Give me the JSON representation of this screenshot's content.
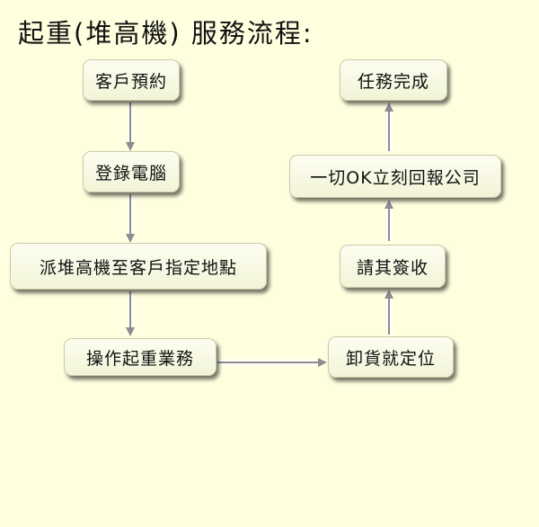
{
  "title": "起重(堆高機) 服務流程:",
  "steps": {
    "customer_booking": "客戶預約",
    "computer_entry": "登錄電腦",
    "dispatch_forklift": "派堆高機至客戶指定地點",
    "lifting_operation": "操作起重業務",
    "unload_position": "卸貨就定位",
    "customer_sign": "請其簽收",
    "report_ok": "一切OK立刻回報公司",
    "task_complete": "任務完成"
  },
  "colors": {
    "background": "#ffffe0",
    "box_fill": "#f7f8e4",
    "box_border": "#c9cca8",
    "arrow": "#8c8c8c"
  }
}
